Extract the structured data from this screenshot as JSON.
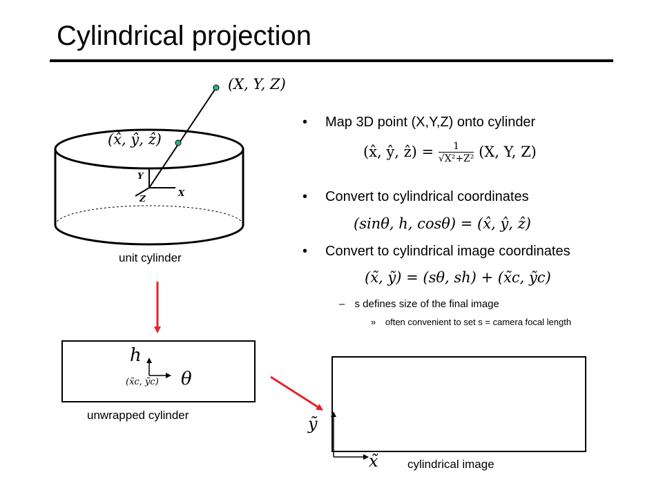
{
  "slide": {
    "title": "Cylindrical projection",
    "bullets": [
      {
        "text": "Map 3D point (X,Y,Z) onto cylinder"
      },
      {
        "text": "Convert to cylindrical coordinates"
      },
      {
        "text": "Convert to cylindrical image coordinates"
      }
    ],
    "bullet_glyph": "•",
    "sub_bullet": {
      "glyph": "–",
      "text": "s defines size of the final image"
    },
    "sub_sub_bullet": {
      "glyph": "»",
      "text": "often convenient to set s = camera focal length"
    },
    "equations": {
      "eq1_lhs": "(x̂, ŷ, ẑ) =",
      "eq1_num": "1",
      "eq1_den": "√X²+Z²",
      "eq1_rhs": "(X, Y, Z)",
      "eq2": "(sinθ, h, cosθ) = (x̂, ŷ, ẑ)",
      "eq3": "(x̃, ỹ) = (sθ, sh) + (x̃c, ỹc)"
    }
  },
  "cylinder_figure": {
    "point_label": "(X, Y, Z)",
    "projected_label": "(x̂, ŷ, ẑ)",
    "axis_y": "Y",
    "axis_x": "X",
    "axis_z": "Z",
    "caption": "unit cylinder"
  },
  "unwrapped_figure": {
    "h_label": "h",
    "theta_label": "θ",
    "center_label": "(x̃c, ỹc)",
    "caption": "unwrapped cylinder"
  },
  "image_figure": {
    "y_label": "ỹ",
    "x_label": "x̃",
    "caption": "cylindrical image"
  },
  "colors": {
    "arrow": "#e8202a",
    "point": "#2fb08a",
    "line": "#000000"
  }
}
